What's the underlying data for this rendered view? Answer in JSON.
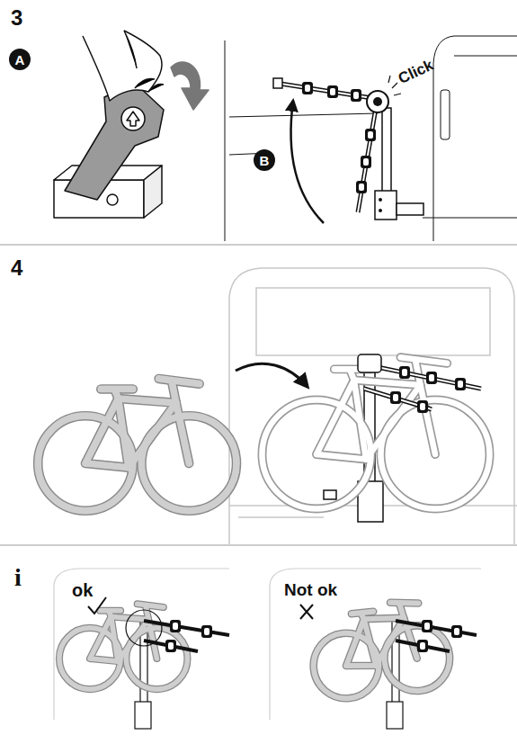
{
  "diagram": {
    "nodes": [
      {
        "text": [
          "A"
        ]
      },
      {
        "text": [
          "B"
        ]
      }
    ],
    "labels": [
      "3",
      "Click",
      "4",
      "i",
      "ok",
      "Not ok"
    ]
  }
}
